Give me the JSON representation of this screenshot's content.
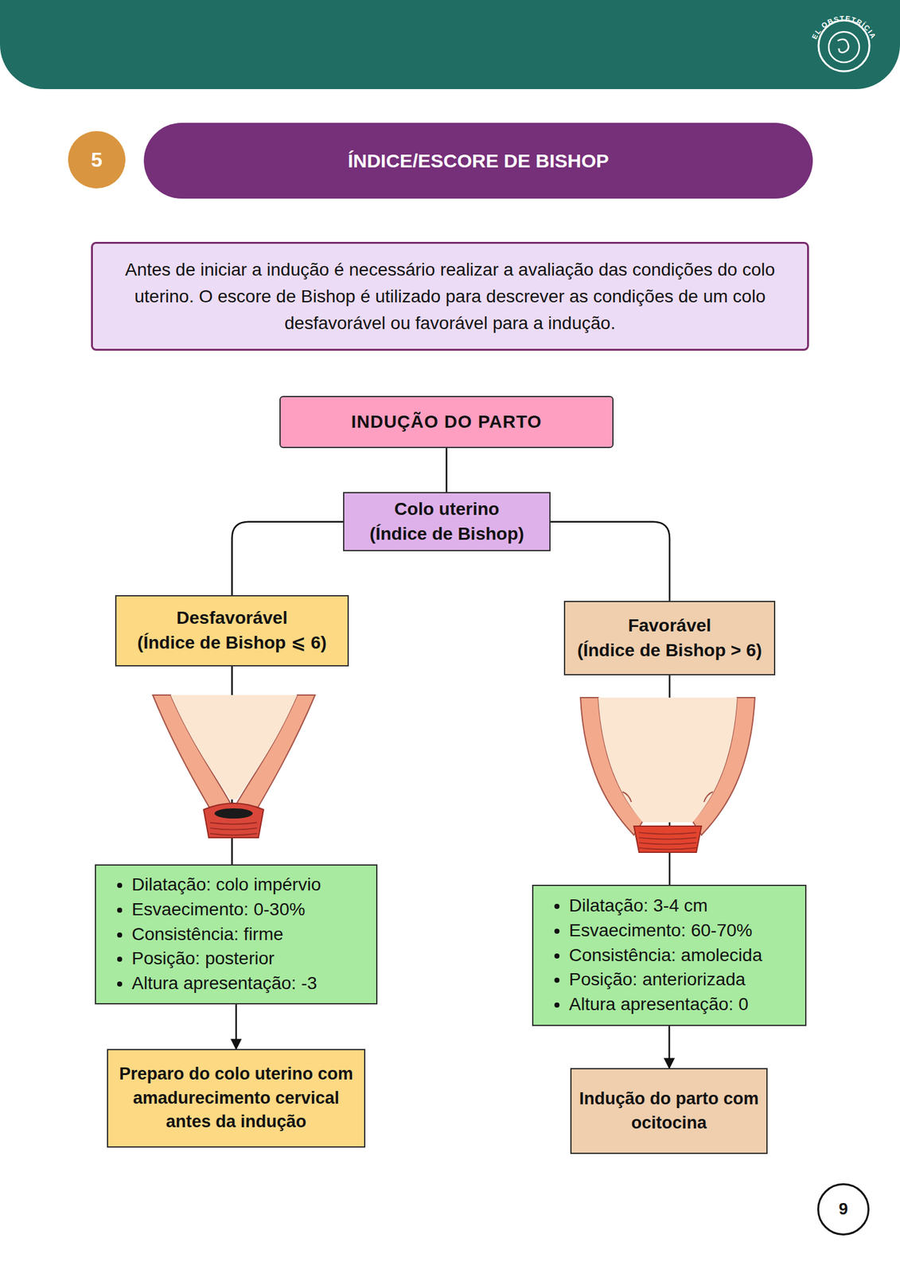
{
  "diagram": {
    "nodes": [
      {
        "text": [
          "5"
        ]
      },
      {
        "text": [
          "ÍNDICE/ESCORE DE BISHOP"
        ]
      },
      {
        "text": [
          "Antes de iniciar a indução é necessário realizar a avaliação das condições do colo uterino. O escore de Bishop é utilizado para descrever as condições de um colo desfavorável ou favorável para a indução."
        ]
      },
      {
        "text": [
          "INDUÇÃO DO PARTO"
        ]
      },
      {
        "text": [
          "Colo uterino",
          "(Índice de Bishop)"
        ]
      },
      {
        "text": [
          "Desfavorável",
          "(Índice de Bishop ⩽ 6)"
        ]
      },
      {
        "text": [
          "Favorável",
          "(Índice de Bishop > 6)"
        ]
      },
      {
        "text": [
          "Dilatação: colo impérvio",
          "Esvaecimento: 0-30%",
          "Consistência: firme",
          "Posição: posterior",
          "Altura apresentação: -3"
        ]
      },
      {
        "text": [
          "Dilatação: 3-4 cm",
          "Esvaecimento: 60-70%",
          "Consistência: amolecida",
          "Posição: anteriorizada",
          "Altura apresentação: 0"
        ]
      },
      {
        "text": [
          "Preparo do colo uterino com amadurecimento cervical antes da indução"
        ]
      },
      {
        "text": [
          "Indução do parto com ocitocina"
        ]
      },
      {
        "text": [
          "9"
        ]
      }
    ],
    "edges": [
      {
        "from": 3,
        "to": 4,
        "arrow": "none"
      },
      {
        "from": 4,
        "to": 5,
        "arrow": "none"
      },
      {
        "from": 4,
        "to": 6,
        "arrow": "none"
      },
      {
        "from": 5,
        "to": 7,
        "arrow": "none"
      },
      {
        "from": 6,
        "to": 8,
        "arrow": "none"
      },
      {
        "from": 7,
        "to": 9,
        "arrow": "to"
      },
      {
        "from": 8,
        "to": 10,
        "arrow": "to"
      }
    ],
    "labels": [
      "EL OBSTETRÍCIA"
    ]
  }
}
